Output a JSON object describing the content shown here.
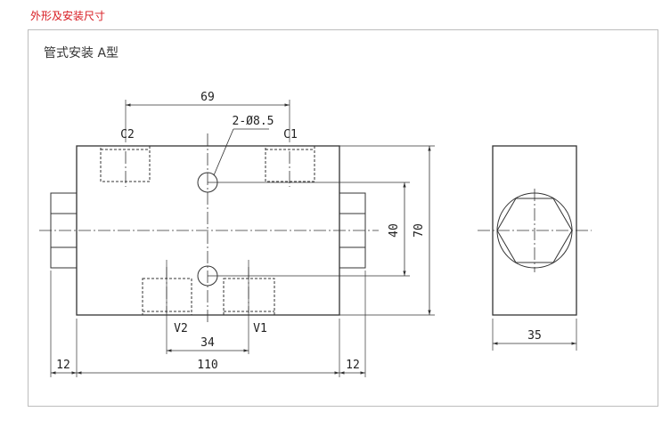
{
  "header": {
    "title": "外形及安装尺寸"
  },
  "drawing": {
    "subtitle": "管式安装 A型",
    "labels": {
      "c2": "C2",
      "c1": "C1",
      "v2": "V2",
      "v1": "V1",
      "holes": "2-Ø8.5"
    },
    "dimensions": {
      "top_span": "69",
      "port_spacing": "34",
      "body_width": "110",
      "left_fitting": "12",
      "right_fitting": "12",
      "height_inner": "40",
      "height_total": "70",
      "side_width": "35"
    }
  }
}
